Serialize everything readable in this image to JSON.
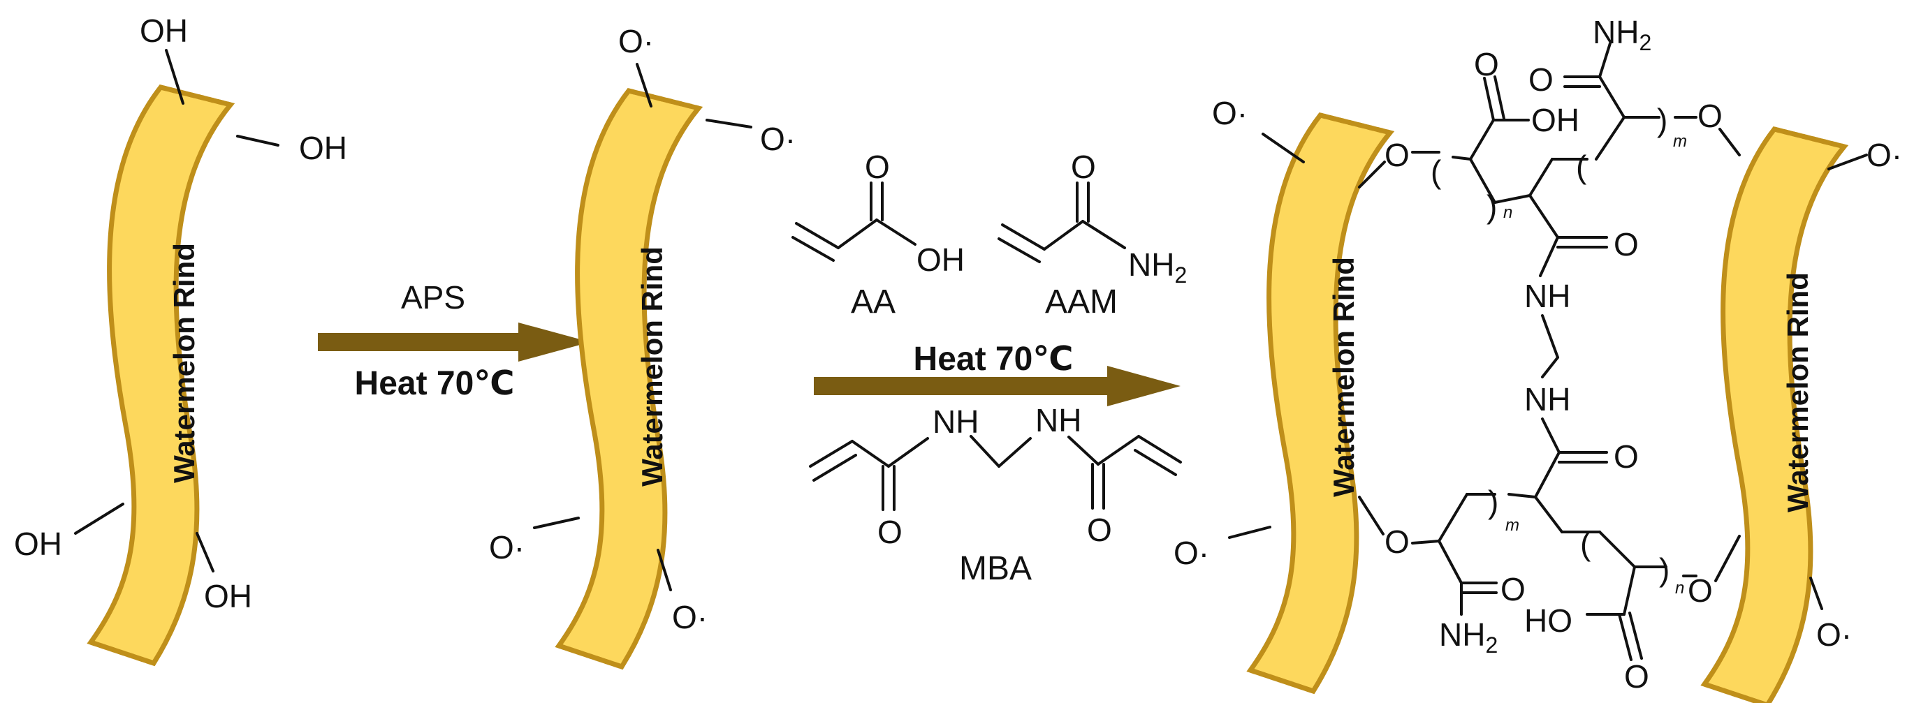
{
  "colors": {
    "rind_fill": "#fdd85d",
    "rind_edge": "#bf8f1a",
    "arrow": "#7a5c12",
    "ink": "#111111"
  },
  "rind": {
    "label": "Watermelon Rind"
  },
  "groups": {
    "hydroxyl": "OH",
    "radical": "O·",
    "ether_o": "O",
    "carbonyl_o": "O",
    "amine": "NH",
    "amide_nh2_base": "NH",
    "amide_nh2_sub": "2",
    "carboxyl_oh": "OH",
    "carboxyl_ho": "HO"
  },
  "step1": {
    "reagent": "APS",
    "condition": "Heat 70℃"
  },
  "step2": {
    "condition": "Heat 70℃",
    "monomers": {
      "aa": "AA",
      "aam": "AAM",
      "mba": "MBA"
    }
  },
  "subscripts": {
    "n": "n",
    "m": "m"
  }
}
